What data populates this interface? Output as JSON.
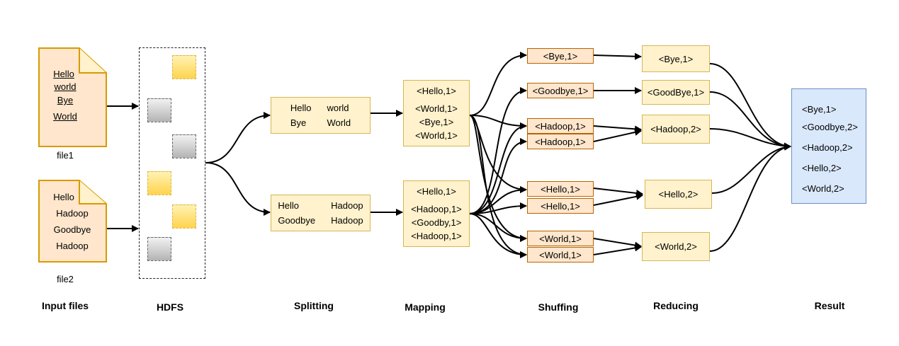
{
  "input": {
    "file1_label": "file1",
    "file1_lines": [
      "Hello",
      "world",
      "Bye",
      "World"
    ],
    "file2_label": "file2",
    "file2_lines": [
      "Hello",
      "Hadoop",
      "Goodbye",
      "Hadoop"
    ]
  },
  "splitting": {
    "box1": [
      "Hello",
      "world",
      "Bye",
      "World"
    ],
    "box2": [
      "Hello",
      "Hadoop",
      "Goodbye",
      "Hadoop"
    ]
  },
  "mapping": {
    "box1": [
      "<Hello,1>",
      "<World,1>",
      "<Bye,1>",
      "<World,1>"
    ],
    "box2": [
      "<Hello,1>",
      "<Hadoop,1>",
      "<Goodby,1>",
      "<Hadoop,1>"
    ]
  },
  "shuffling": [
    "<Bye,1>",
    "<Goodbye,1>",
    "<Hadoop,1>",
    "<Hadoop,1>",
    "<Hello,1>",
    "<Hello,1>",
    "<World,1>",
    "<World,1>"
  ],
  "reducing": [
    "<Bye,1>",
    "<GoodBye,1>",
    "<Hadoop,2>",
    "<Hello,2>",
    "<World,2>"
  ],
  "result": [
    "<Bye,1>",
    "<Goodbye,2>",
    "<Hadoop,2>",
    "<Hello,2>",
    "<World,2>"
  ],
  "stages": {
    "input_files": "Input files",
    "hdfs": "HDFS",
    "splitting": "Splitting",
    "mapping": "Mapping",
    "shuffling": "Shuffing",
    "reducing": "Reducing",
    "result": "Result"
  },
  "colors": {
    "file_fill": "#ffe6cc",
    "file_border": "#d79b00",
    "box_fill": "#fff2cc",
    "box_border": "#d6b656",
    "shuffle_fill": "#ffe6cc",
    "shuffle_border": "#b46504",
    "result_fill": "#dae8fc",
    "result_border": "#6c8ebf"
  }
}
